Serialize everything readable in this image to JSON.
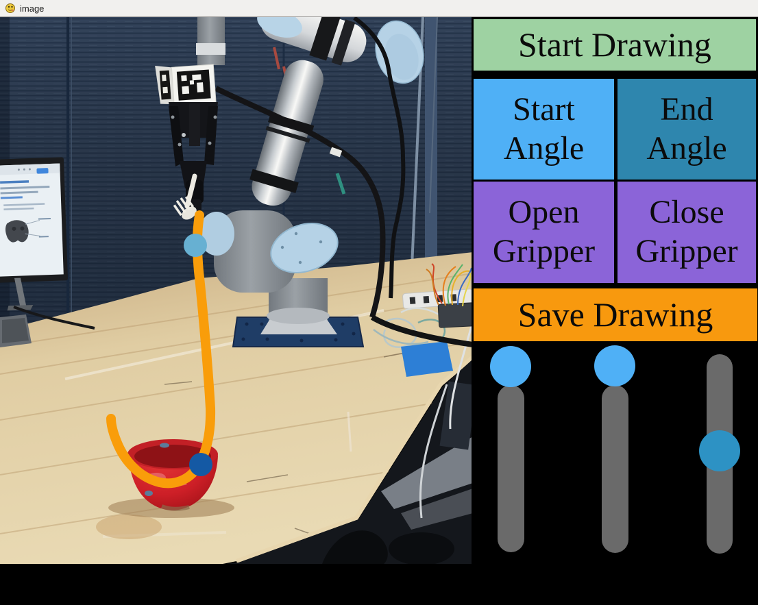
{
  "window": {
    "title": "image"
  },
  "panel": {
    "buttons": [
      {
        "id": "start-drawing",
        "label": "Start Drawing",
        "color": "#9ed2a2"
      },
      {
        "id": "start-angle",
        "label": "Start Angle",
        "color": "#4fb0f6"
      },
      {
        "id": "end-angle",
        "label": "End Angle",
        "color": "#2e86ae"
      },
      {
        "id": "open-gripper",
        "label": "Open Gripper",
        "color": "#8b64d8"
      },
      {
        "id": "close-gripper",
        "label": "Close Gripper",
        "color": "#8b64d8"
      },
      {
        "id": "save-drawing",
        "label": "Save Drawing",
        "color": "#f8990e"
      }
    ],
    "sliders": [
      {
        "id": "slider-1",
        "track_color": "#6a6a6a",
        "knob_color": "#4fb0f6",
        "knob_position": "top"
      },
      {
        "id": "slider-2",
        "track_color": "#6a6a6a",
        "knob_color": "#4fb0f6",
        "knob_position": "top"
      },
      {
        "id": "slider-3",
        "track_color": "#6a6a6a",
        "knob_color": "#2d92c4",
        "knob_position": "middle"
      }
    ]
  },
  "camera": {
    "scene": "Robot arm with black gripper holding a white fork above a red bowl on a wooden table, dark slatted divider behind, monitor at left, breadboard wires and blue tape at right",
    "overlay": {
      "path_color": "#f99d0a",
      "start_circle_color": "#67b0d2",
      "end_circle_color": "#1459a4"
    }
  }
}
